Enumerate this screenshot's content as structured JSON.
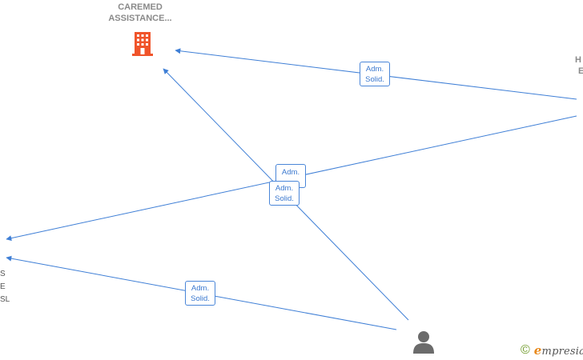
{
  "nodes": {
    "caremed": {
      "line1": "CAREMED",
      "line2": "ASSISTANCE..."
    },
    "right_partial": {
      "line1": "H",
      "line2": "E"
    },
    "left_partial": {
      "line1": "S",
      "line2": "E",
      "line3": "SL"
    }
  },
  "edges": {
    "label_line1": "Adm.",
    "label_line2": "Solid."
  },
  "brand": {
    "copyright": "©",
    "name_initial": "e",
    "name_rest": "mpresia"
  },
  "colors": {
    "edge": "#3f7fd6",
    "company_icon": "#f0542a",
    "person_icon": "#6b6b6b",
    "label_text": "#8a8a8a"
  }
}
